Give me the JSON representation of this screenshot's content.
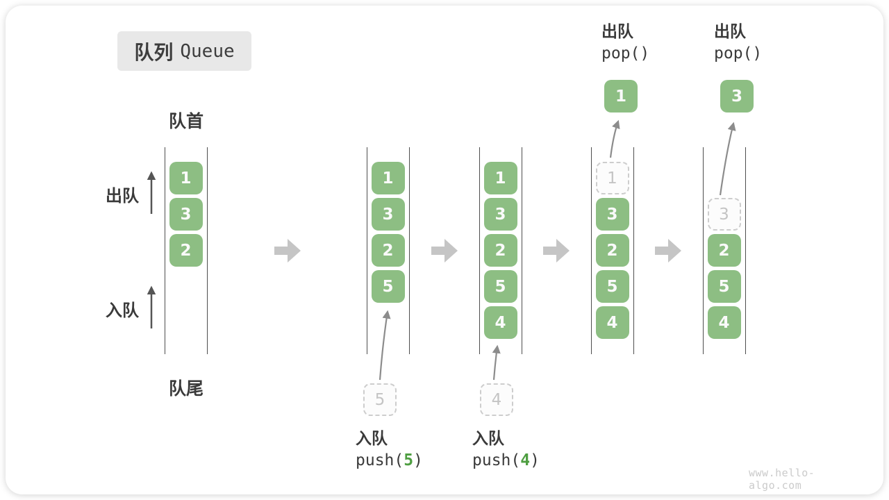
{
  "title": {
    "zh": "队列",
    "en": "Queue"
  },
  "labels": {
    "front": "队首",
    "rear": "队尾",
    "side_dequeue": "出队",
    "side_enqueue": "入队"
  },
  "states": {
    "s1": {
      "b0": "1",
      "b1": "3",
      "b2": "2"
    },
    "s2": {
      "b0": "1",
      "b1": "3",
      "b2": "2",
      "b3": "5",
      "ghost_in": "5"
    },
    "s3": {
      "b0": "1",
      "b1": "3",
      "b2": "2",
      "b3": "5",
      "b4": "4",
      "ghost_in": "4"
    },
    "s4": {
      "g0": "1",
      "b1": "3",
      "b2": "2",
      "b3": "5",
      "b4": "4",
      "popped": "1"
    },
    "s5": {
      "g1": "3",
      "b2": "2",
      "b3": "5",
      "b4": "4",
      "popped": "3"
    }
  },
  "operations": {
    "push5": {
      "label": "入队",
      "code_pre": "push(",
      "arg": "5",
      "code_post": ")"
    },
    "push4": {
      "label": "入队",
      "code_pre": "push(",
      "arg": "4",
      "code_post": ")"
    },
    "pop1": {
      "label": "出队",
      "code": "pop()"
    },
    "pop2": {
      "label": "出队",
      "code": "pop()"
    }
  },
  "watermark": "www.hello-algo.com",
  "colors": {
    "item_green": "#8dbe83",
    "arg_green": "#4e9e41",
    "step_arrow_gray": "#c5c5c5",
    "curved_arrow_gray": "#8c8c8c",
    "wall_gray": "#4d4d4d",
    "ghost_border": "#cdcdcd",
    "ghost_text": "#c4c4c4",
    "title_bg": "#e8e8e8",
    "text_dark": "#3a3a3a",
    "watermark_gray": "#cbcbcb"
  }
}
